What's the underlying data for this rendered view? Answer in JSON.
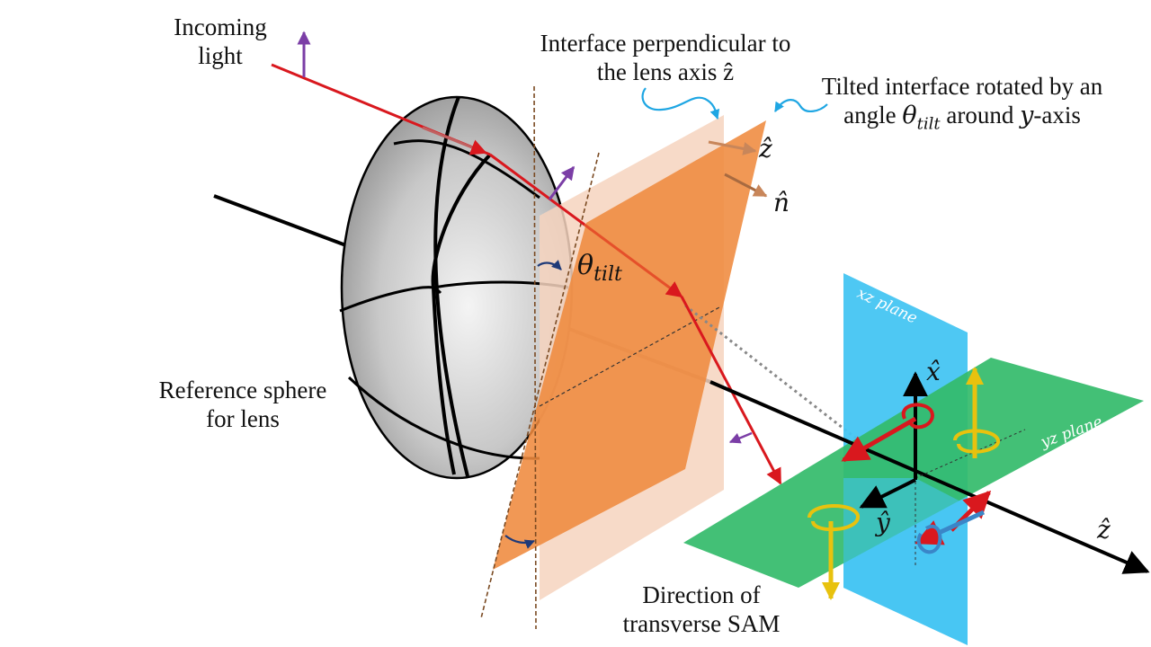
{
  "labels": {
    "incoming_line1": "Incoming",
    "incoming_line2": "light",
    "interface_line1": "Interface perpendicular to",
    "interface_line2": "the lens axis ẑ",
    "tilted_line1": "Tilted interface rotated by an",
    "tilted_line2_a": "angle ",
    "tilted_theta": "θ",
    "tilted_sub": "tilt",
    "tilted_line2_b": " around ",
    "tilted_y": "y",
    "tilted_line2_c": "-axis",
    "reference_line1": "Reference sphere",
    "reference_line2": "for lens",
    "direction_line1": "Direction of",
    "direction_line2": "transverse SAM",
    "theta_tilt": "θ",
    "theta_sub": "tilt",
    "z_hat_plane": "ẑ",
    "n_hat": "n̂",
    "xz_plane": "xz plane",
    "yz_plane": "yz plane",
    "x_hat": "x̂",
    "y_hat": "ŷ",
    "z_hat_axis": "ẑ"
  },
  "colors": {
    "ray": "#d9181e",
    "tilted_interface": "#ef8a3e",
    "perp_interface": "#f6d3be",
    "xz_plane": "#44c5f2",
    "yz_plane": "#33bb6a",
    "polarization": "#7b3ea6",
    "callout": "#1ea6e3",
    "sam_yellow": "#f2cf18"
  }
}
